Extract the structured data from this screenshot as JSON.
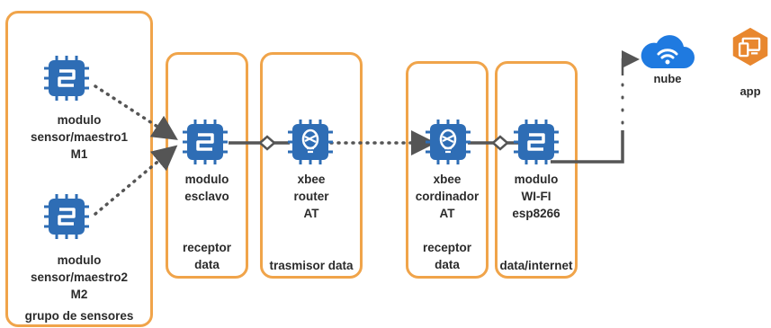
{
  "group1": {
    "module1": {
      "line1": "modulo",
      "line2": "sensor/maestro1",
      "line3": "M1"
    },
    "module2": {
      "line1": "modulo",
      "line2": "sensor/maestro2",
      "line3": "M2"
    },
    "caption": "grupo de sensores"
  },
  "slave": {
    "line1": "modulo",
    "line2": "esclavo",
    "role1": "receptor",
    "role2": "data"
  },
  "router": {
    "line1": "xbee",
    "line2": "router",
    "line3": "AT",
    "role": "trasmisor data"
  },
  "coordinator": {
    "line1": "xbee",
    "line2": "cordinador",
    "line3": "AT",
    "role1": "receptor",
    "role2": "data"
  },
  "wifi": {
    "line1": "modulo",
    "line2": "WI-FI",
    "line3": "esp8266",
    "role": "data/internet"
  },
  "cloud": {
    "label": "nube",
    "icon": "cloud-wifi-icon"
  },
  "app": {
    "label": "app",
    "icon": "app-devices-icon"
  },
  "colors": {
    "border": "#f0a44a",
    "chip": "#2e6db5",
    "app": "#e8872e",
    "line": "#555555"
  }
}
